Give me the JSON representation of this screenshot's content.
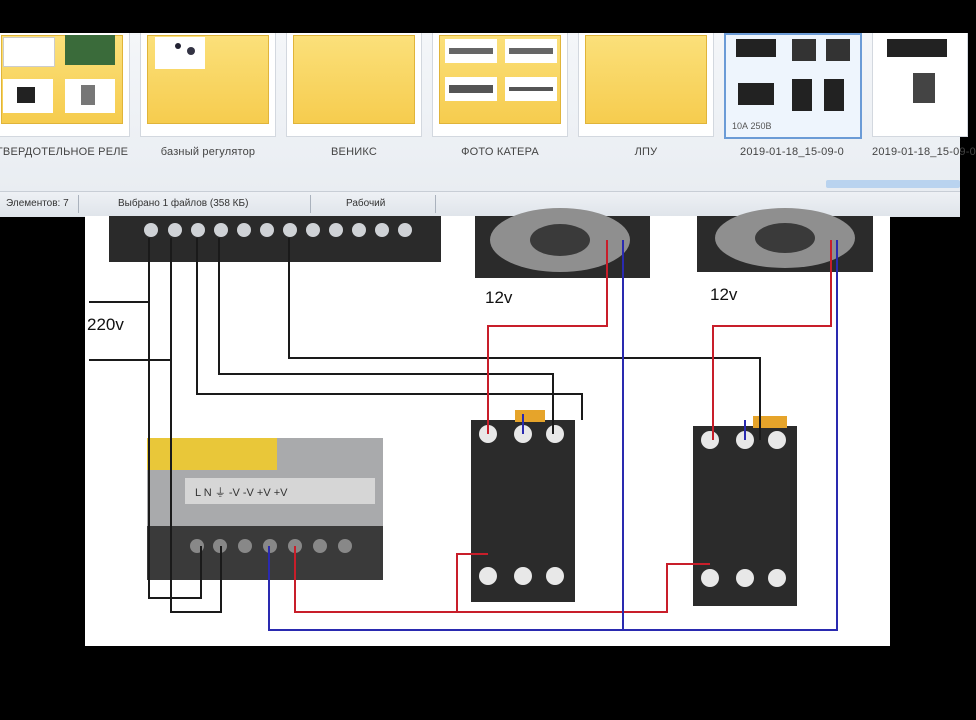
{
  "explorer": {
    "tiles": [
      {
        "caption": "ТВЕРДОТЕЛЬНОЕ РЕЛЕ"
      },
      {
        "caption": "базный регулятор"
      },
      {
        "caption": "ВЕНИКС"
      },
      {
        "caption": "ФОТО КАТЕРА"
      },
      {
        "caption": "ЛПУ"
      },
      {
        "caption": "2019-01-18_15-09-0",
        "badge": "10А 250В",
        "selected": true
      },
      {
        "caption": "2019-01-18_15-09-0"
      }
    ],
    "status": {
      "item1": "Элементов: 7",
      "item2": "Выбрано 1 файлов (358 КБ)",
      "item3": "Рабочий"
    }
  },
  "diagram": {
    "labels": {
      "mains": "220v",
      "fan1_voltage": "12v",
      "fan2_voltage": "12v",
      "psu_terminals": "L N ⏚ -V -V +V +V"
    },
    "wire_colors": {
      "black": "#1a1a1a",
      "red": "#c81e2a",
      "blue": "#2a2ab0"
    }
  }
}
